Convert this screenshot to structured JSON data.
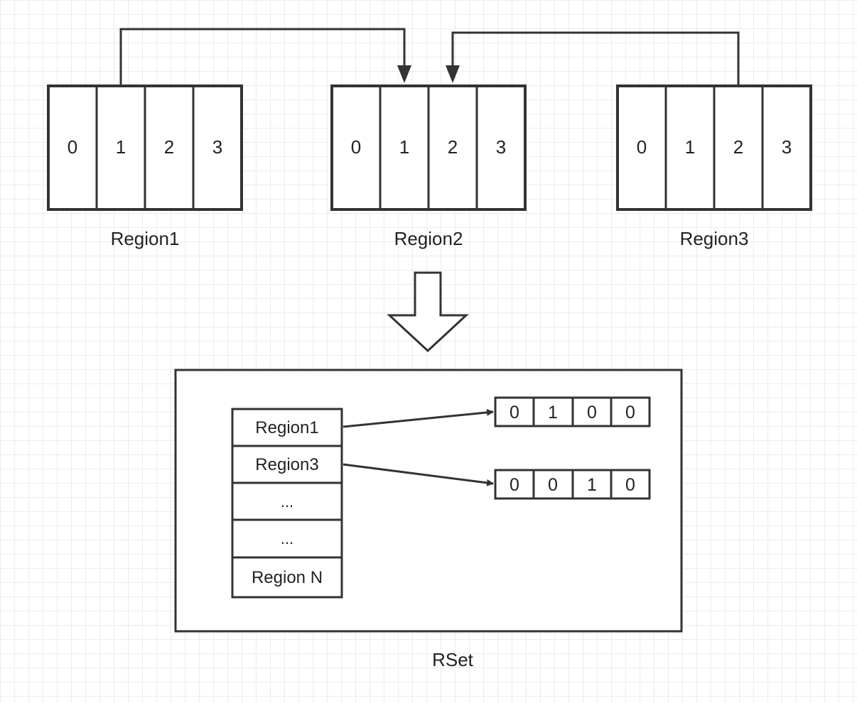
{
  "colors": {
    "stroke": "#333333",
    "text": "#222222",
    "grid": "#ececec"
  },
  "regions": [
    {
      "label": "Region1",
      "cards": [
        "0",
        "1",
        "2",
        "3"
      ]
    },
    {
      "label": "Region2",
      "cards": [
        "0",
        "1",
        "2",
        "3"
      ]
    },
    {
      "label": "Region3",
      "cards": [
        "0",
        "1",
        "2",
        "3"
      ]
    }
  ],
  "rset": {
    "label": "RSet",
    "table": [
      "Region1",
      "Region3",
      "...",
      "...",
      "Region N"
    ],
    "bitmaps": [
      [
        "0",
        "1",
        "0",
        "0"
      ],
      [
        "0",
        "0",
        "1",
        "0"
      ]
    ]
  }
}
